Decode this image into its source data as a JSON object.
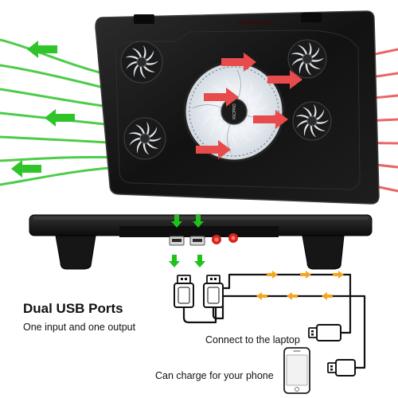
{
  "headline": "Dual USB Ports",
  "subtitle": "One input and one output",
  "connect_label": "Connect to the laptop",
  "charge_label": "Can charge for your phone",
  "brand_text": "RICPRO",
  "colors": {
    "cool_air": "#2fc42a",
    "hot_air": "#e84b4b",
    "usb_arrows": "#21c11c",
    "cable_arrows": "#f5a524",
    "cable": "#111111",
    "fan_light": "#e6ecf2",
    "body_dark": "#141414"
  },
  "icons": [
    "green-arrow-icon",
    "red-arrow-icon",
    "fan-icon",
    "usb-port-icon",
    "usb-plug-icon",
    "phone-icon",
    "power-button-icon"
  ]
}
